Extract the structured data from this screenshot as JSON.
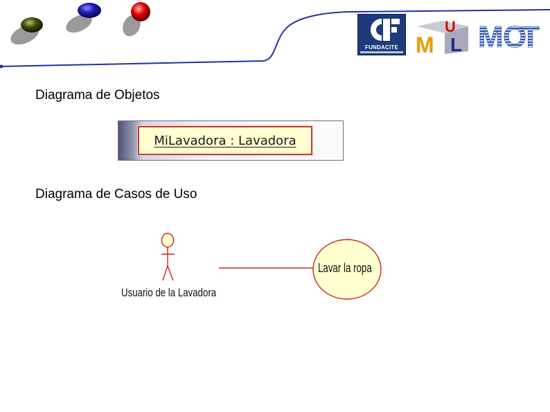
{
  "headings": {
    "object_diagram": "Diagrama de Objetos",
    "use_case_diagram": "Diagrama de Casos de Uso"
  },
  "object_diagram": {
    "object_label": "MiLavadora : Lavadora",
    "colors": {
      "box_fill": "#ffffd0",
      "box_border": "#c43b3b"
    }
  },
  "use_case_diagram": {
    "actor_label": "Usuario de la Lavadora",
    "use_case_label": "Lavar la ropa",
    "colors": {
      "line": "#cc2222",
      "ellipse_fill": "#ffffd0",
      "ellipse_border": "#cc2222"
    }
  },
  "header": {
    "spheres": [
      "olive-sphere",
      "blue-sphere",
      "red-sphere"
    ],
    "logos": {
      "fundacite": "FUNDACITE",
      "uml_letters": [
        "U",
        "M",
        "L"
      ],
      "mot_letters": [
        "M",
        "O",
        "T"
      ]
    },
    "colors": {
      "rule": "#1f2ea8"
    }
  }
}
